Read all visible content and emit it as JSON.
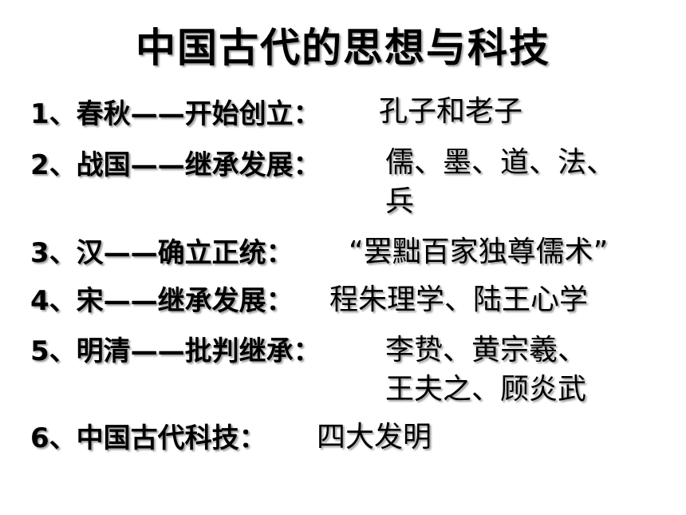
{
  "slide": {
    "title": "中国古代的思想与科技",
    "items": [
      {
        "label": "1、春秋——开始创立：",
        "answer": [
          "孔子和老子"
        ]
      },
      {
        "label": "2、战国——继承发展：",
        "answer": [
          "儒、墨、道、法、",
          "兵"
        ]
      },
      {
        "label": "3、汉——确立正统：",
        "answer": [
          "“罢黜百家独尊儒术”"
        ]
      },
      {
        "label": "4、宋——继承发展：",
        "answer": [
          "程朱理学、陆王心学"
        ]
      },
      {
        "label": "5、明清——批判继承：",
        "answer": [
          "李贽、黄宗羲、",
          "王夫之、顾炎武"
        ]
      },
      {
        "label": "6、中国古代科技：",
        "answer": [
          "四大发明"
        ]
      }
    ]
  }
}
